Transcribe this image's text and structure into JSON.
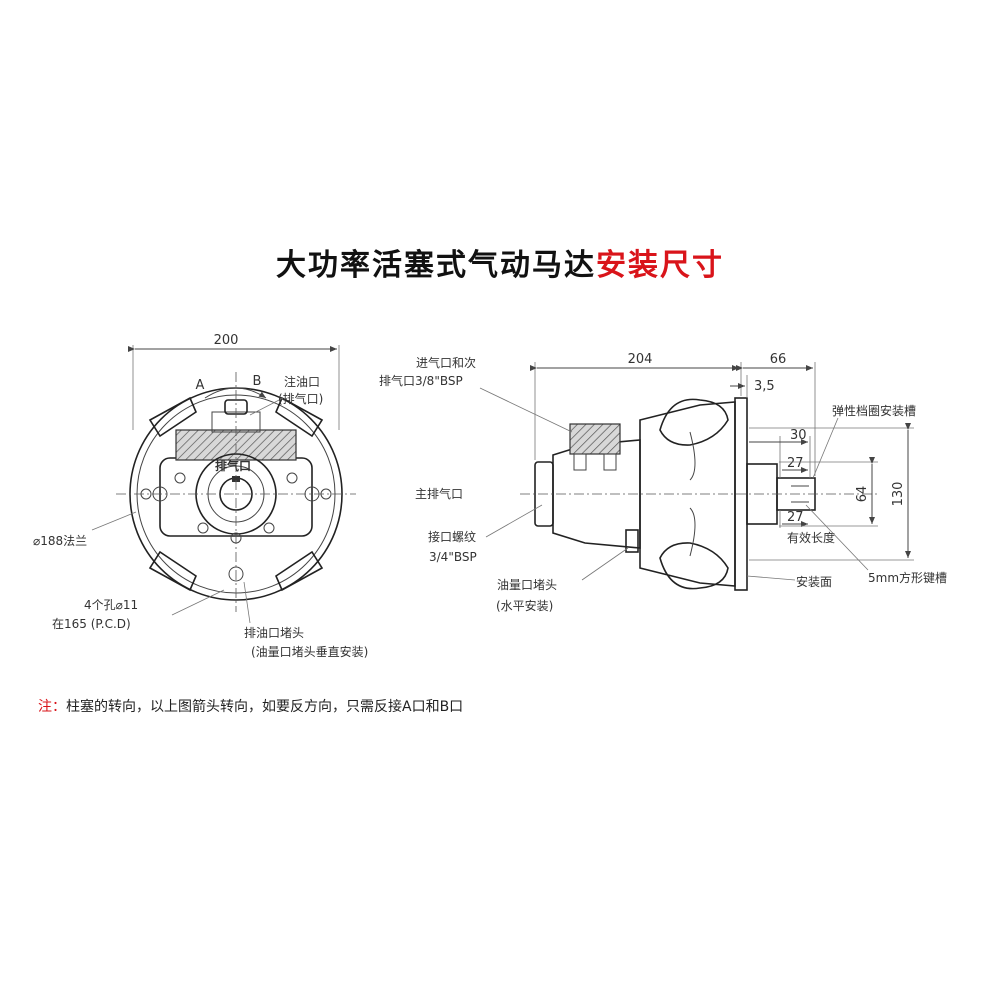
{
  "title": {
    "main": "大功率活塞式气动马达",
    "accent": "安装尺寸"
  },
  "front_view": {
    "dim_width": "200",
    "port_a": "A",
    "port_b": "B",
    "oil_fill": "注油口",
    "oil_fill_sub": "(排气口)",
    "vent_mark": "排气口",
    "flange": "⌀188法兰",
    "holes": "4个孔⌀11",
    "pcd": "在165 (P.C.D)",
    "drain_plug": "排油口堵头",
    "drain_plug_sub": "(油量口堵头垂直安装)"
  },
  "side_view": {
    "intake": "进气口和次",
    "intake_sub": "排气口3/8\"BSP",
    "main_exhaust": "主排气口",
    "thread": "接口螺纹",
    "thread_sub": "3/4\"BSP",
    "oil_level_plug": "油量口堵头",
    "oil_level_plug_sub": "(水平安装)",
    "dim_204": "204",
    "dim_66": "66",
    "dim_3_5": "3,5",
    "dim_30": "30",
    "dim_27_top": "27",
    "dim_27_bottom": "27",
    "dim_64": "64",
    "dim_130": "130",
    "circlip_groove": "弹性档圈安装槽",
    "effective_length": "有效长度",
    "keyway": "5mm方形键槽",
    "mount_face": "安装面"
  },
  "note": {
    "label": "注：",
    "text": "柱塞的转向，以上图箭头转向，如要反方向，只需反接A口和B口"
  }
}
